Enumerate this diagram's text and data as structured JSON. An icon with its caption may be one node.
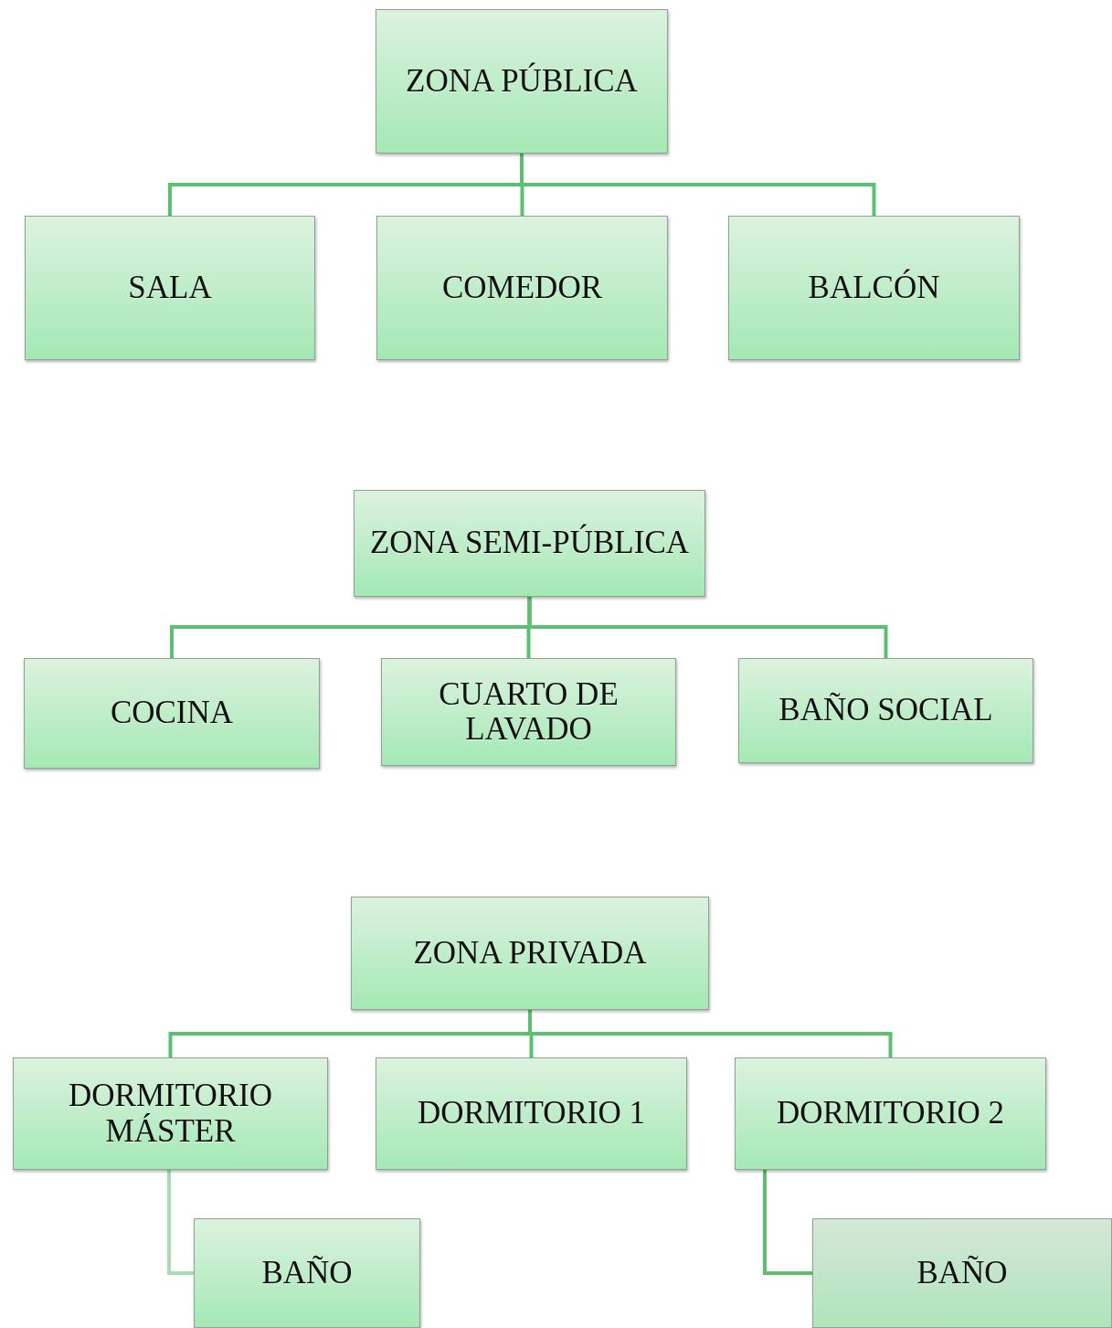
{
  "diagram": {
    "nodes": [
      {
        "text": [
          "ZONA PÚBLICA"
        ]
      },
      {
        "text": [
          "SALA"
        ]
      },
      {
        "text": [
          "COMEDOR"
        ]
      },
      {
        "text": [
          "BALCÓN"
        ]
      },
      {
        "text": [
          "ZONA SEMI-PÚBLICA"
        ]
      },
      {
        "text": [
          "COCINA"
        ]
      },
      {
        "text": [
          "CUARTO DE LAVADO"
        ]
      },
      {
        "text": [
          "BAÑO SOCIAL"
        ]
      },
      {
        "text": [
          "ZONA PRIVADA"
        ]
      },
      {
        "text": [
          "DORMITORIO MÁSTER"
        ]
      },
      {
        "text": [
          "DORMITORIO 1"
        ]
      },
      {
        "text": [
          "DORMITORIO 2"
        ]
      },
      {
        "text": [
          "BAÑO"
        ]
      },
      {
        "text": [
          "BAÑO"
        ]
      }
    ],
    "edges": [
      {
        "from": 0,
        "to": 1,
        "arrow": "none"
      },
      {
        "from": 0,
        "to": 2,
        "arrow": "none"
      },
      {
        "from": 0,
        "to": 3,
        "arrow": "none"
      },
      {
        "from": 4,
        "to": 5,
        "arrow": "none"
      },
      {
        "from": 4,
        "to": 6,
        "arrow": "none"
      },
      {
        "from": 4,
        "to": 7,
        "arrow": "none"
      },
      {
        "from": 8,
        "to": 9,
        "arrow": "none"
      },
      {
        "from": 8,
        "to": 10,
        "arrow": "none"
      },
      {
        "from": 8,
        "to": 11,
        "arrow": "none"
      },
      {
        "from": 9,
        "to": 12,
        "arrow": "none",
        "color": "#a8dcae"
      },
      {
        "from": 11,
        "to": 13,
        "arrow": "none"
      }
    ]
  }
}
